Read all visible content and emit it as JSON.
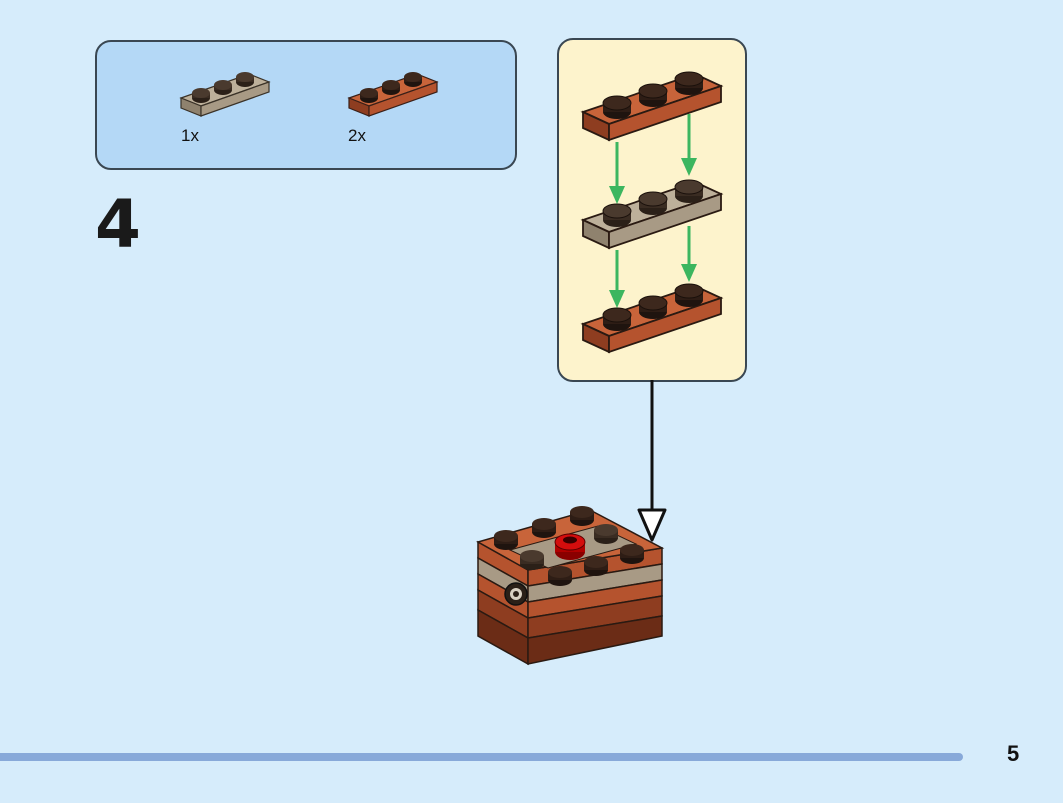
{
  "parts_list": {
    "items": [
      {
        "color_name": "tan",
        "color": "#a89a85",
        "studs": 3,
        "quantity": "1x"
      },
      {
        "color_name": "reddish-brown",
        "color": "#b5532e",
        "studs": 3,
        "quantity": "2x"
      }
    ]
  },
  "step": {
    "number": "4"
  },
  "callout": {
    "layers": [
      "reddish-brown",
      "tan",
      "reddish-brown"
    ],
    "arrow_color": "#3cb65f"
  },
  "colors": {
    "background": "#d6ecfb",
    "parts_box": "#b4d8f6",
    "callout_box": "#fdf3cc",
    "progress_bar": "#88a9d9"
  },
  "footer": {
    "page_number": "5"
  }
}
